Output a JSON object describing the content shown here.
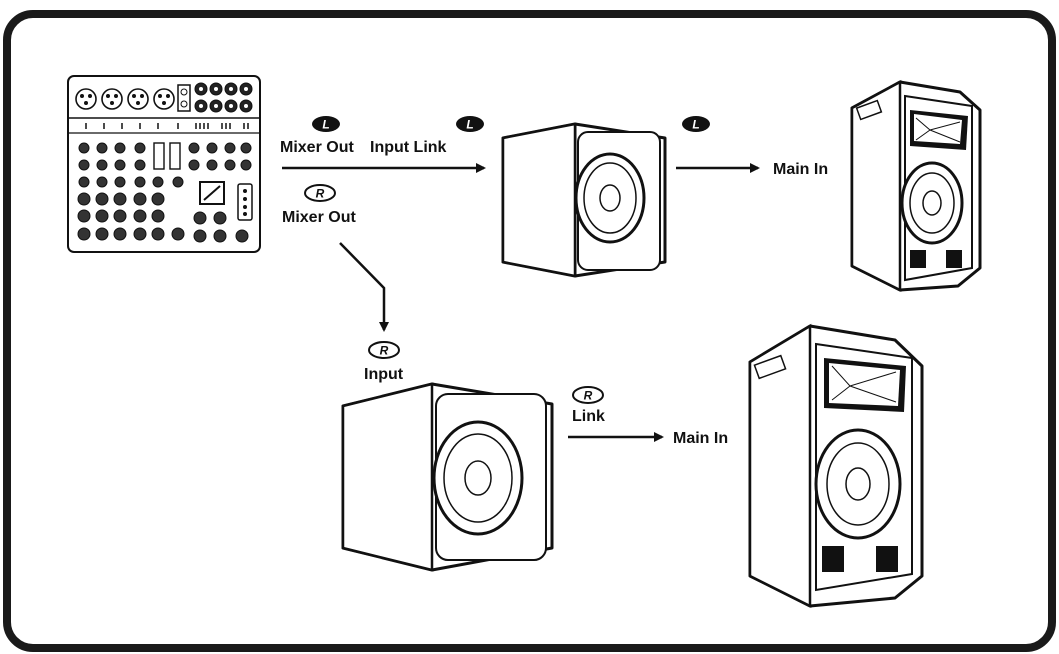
{
  "labels": {
    "mixer_out_left": "Mixer Out",
    "input_link_left": "Input Link",
    "main_in_top": "Main In",
    "mixer_out_right": "Mixer Out",
    "input_right": "Input",
    "link_right": "Link",
    "main_in_bottom": "Main In"
  },
  "badges": {
    "left": "L",
    "right": "R"
  },
  "colors": {
    "frame": "#1a1a1a",
    "ink": "#111111",
    "paper": "#ffffff"
  }
}
